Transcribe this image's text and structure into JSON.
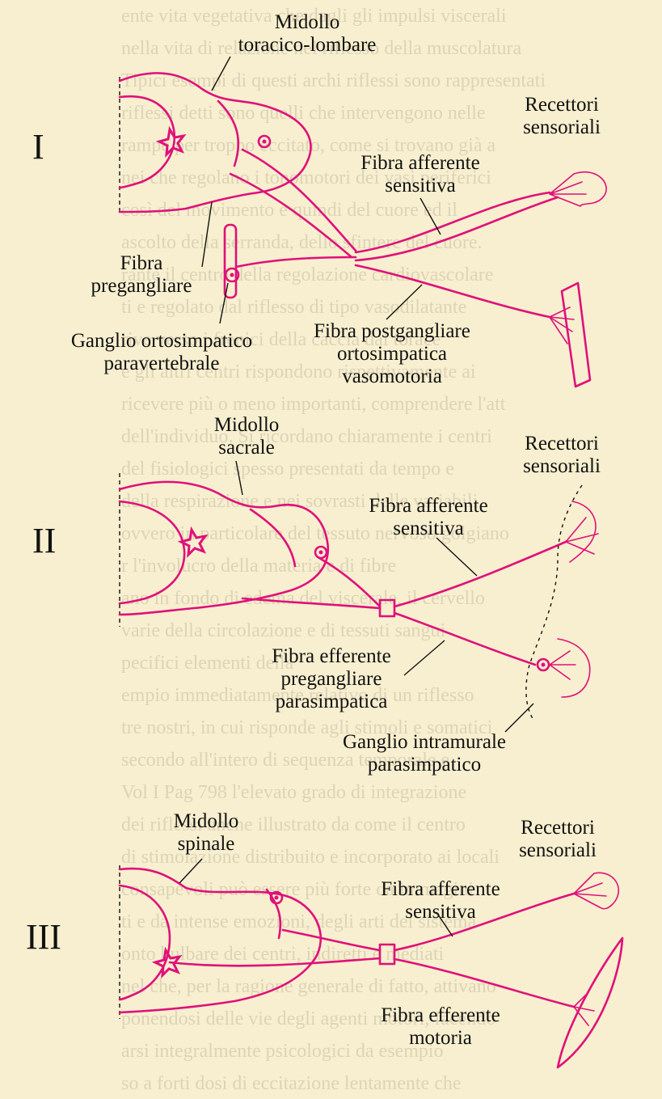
{
  "background_text": [
    "ente vita vegetativa che dagli gli impulsi viscerali",
    "nella vita di relazione nel riflesso della muscolatura",
    "Tipici esempi di questi archi riflessi sono rappresentati",
    "riflessi detti sono quelli che intervengono nelle",
    "rampe per troppo eccitato, come si trovano già a",
    "nei che regolano i tonomotori dei vasi periferici",
    "così del movimento e quindi del cuore ed il",
    "ascolto della serranda, dello sfintere del cuore.",
    "rante il centro della regolazione cardiovascolare",
    "ti e regolato dal riflesso di tipo vasodilatante",
    "rive verso i frenici della caccia dal torace",
    "e gli altri centri rispondono rispettivamente ai",
    "ricevere più o meno importanti, comprendere l'att",
    "dell'individuo. Si ricordano chiaramente i centri",
    "del fisiologici spesso presentati da tempo e",
    "della respirazione e nei sovrasti delle variabili",
    "ovvero in particolare del tessuto nervoso golgiano",
    "r l'involucro della materia e di fibre",
    "ano in fondo di edema del viscerale, il cervello",
    "varie della circolazione e di tessuti sangui",
    "pecifici elementi della",
    "empio immediatamente relativo di un riflesso",
    "tre nostri, in cui risponde agli stimoli e somatici",
    "secondo all'intero di sequenza temporale e",
    "Vol I Pag 798 l'elevato grado di integrazione",
    "dei riflessi anche illustrato da come il centro",
    "di stimolazione distribuito e incorporato ai locali",
    "consapevoli può essere più forte da immagini",
    "ti e da intense emozioni, degli arti del sistema",
    "onto bulbare dei centri, indiretti e mediati",
    "nel che, per la ragione generale di fatto, attivano",
    "ponendosi delle vie degli agenti motori, facendo",
    "arsi integralmente psicologici da esempio",
    "so a forti dosi di eccitazione lentamente che"
  ],
  "sections": {
    "I": {
      "roman": "I",
      "midollo_line1": "Midollo",
      "midollo_line2": "toracico-lombare",
      "recettori_line1": "Recettori",
      "recettori_line2": "sensoriali",
      "afferente_line1": "Fibra afferente",
      "afferente_line2": "sensitiva",
      "pregangliare_line1": "Fibra",
      "pregangliare_line2": "pregangliare",
      "ganglio_line1": "Ganglio ortosimpatico",
      "ganglio_line2": "paravertebrale",
      "postgangliare_line1": "Fibra postgangliare",
      "postgangliare_line2": "ortosimpatica",
      "postgangliare_line3": "vasomotoria"
    },
    "II": {
      "roman": "II",
      "midollo_line1": "Midollo",
      "midollo_line2": "sacrale",
      "recettori_line1": "Recettori",
      "recettori_line2": "sensoriali",
      "afferente_line1": "Fibra afferente",
      "afferente_line2": "sensitiva",
      "efferente_line1": "Fibra efferente",
      "efferente_line2": "pregangliare",
      "efferente_line3": "parasimpatica",
      "intramurale_line1": "Ganglio intramurale",
      "intramurale_line2": "parasimpatico"
    },
    "III": {
      "roman": "III",
      "midollo_line1": "Midollo",
      "midollo_line2": "spinale",
      "recettori_line1": "Recettori",
      "recettori_line2": "sensoriali",
      "afferente_line1": "Fibra afferente",
      "afferente_line2": "sensitiva",
      "motoria_line1": "Fibra efferente",
      "motoria_line2": "motoria"
    }
  },
  "colors": {
    "nerve": "#e0107a",
    "background": "#f7efcf",
    "text": "#111111"
  }
}
